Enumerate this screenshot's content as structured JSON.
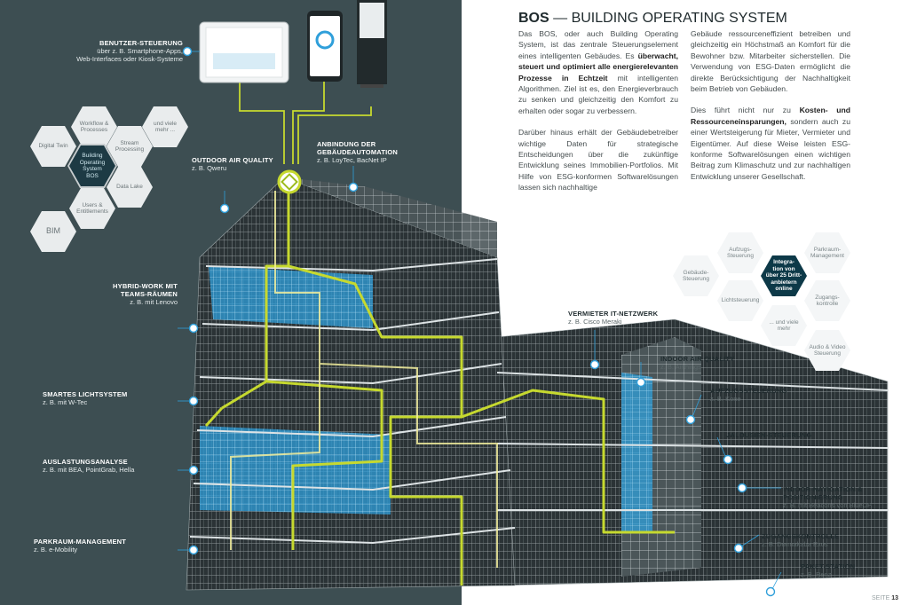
{
  "title": {
    "prefix": "BOS",
    "dash": "—",
    "main": "BUILDING OPERATING SYSTEM"
  },
  "body_text": {
    "col1": [
      [
        {
          "t": "Das BOS, oder auch Building Operating System, ist das zentrale Steuerungselement eines intelligenten Gebäudes. Es "
        },
        {
          "t": "überwacht, steuert und optimiert alle energierelevanten Prozesse in Echtzeit",
          "b": true
        },
        {
          "t": " mit intelligenten Algorithmen. Ziel ist es, den Energieverbrauch zu senken und gleichzeitig den Komfort zu erhalten oder sogar zu verbessern."
        }
      ],
      [
        {
          "t": "Darüber hinaus erhält der Gebäudebetreiber wichtige Daten für strategische Entscheidungen über die zukünftige Entwicklung seines Immobilien-Portfolios. Mit Hilfe von ESG-konformen Softwarelösungen lassen sich nachhaltige"
        }
      ]
    ],
    "col2": [
      [
        {
          "t": "Gebäude ressourceneffizient betreiben und gleichzeitig ein Höchstmaß an Komfort für die Bewohner bzw. Mitarbeiter sicherstellen. Die Verwendung von ESG-Daten ermöglicht die direkte Berücksichtigung der Nachhaltigkeit beim Betrieb von Gebäuden."
        }
      ],
      [
        {
          "t": "Dies führt nicht nur zu "
        },
        {
          "t": "Kosten- und Ressourceneinsparungen,",
          "b": true
        },
        {
          "t": " sondern auch zu einer Wertsteigerung für Mieter, Vermieter und Eigentümer. Auf diese Weise leisten ESG-konforme Softwarelösungen einen wichtigen Beitrag zum Klimaschutz und zur nachhaltigen Entwicklung unserer Gesellschaft."
        }
      ]
    ]
  },
  "left_hexes": [
    {
      "id": "workflow",
      "text": "Workflow &\nProcesses"
    },
    {
      "id": "more",
      "text": "und viele\nmehr ..."
    },
    {
      "id": "twin",
      "text": "Digital Twin"
    },
    {
      "id": "stream",
      "text": "Stream\nProcessing"
    },
    {
      "id": "bos",
      "text": "Building\nOperating\nSystem\nBOS"
    },
    {
      "id": "lake",
      "text": "Data Lake"
    },
    {
      "id": "users",
      "text": "Users &\nEntitlements"
    },
    {
      "id": "bim",
      "text": "BIM"
    }
  ],
  "right_hexes": [
    {
      "id": "aufzug",
      "text": "Aufzugs-\nSteuerung"
    },
    {
      "id": "parkraum",
      "text": "Parkraum-\nManagement"
    },
    {
      "id": "gebaeude",
      "text": "Gebäude-\nSteuerung"
    },
    {
      "id": "integration",
      "text": "Integra-\ntion von\nüber 25 Dritt-\nanbietern\nonline"
    },
    {
      "id": "licht",
      "text": "Lichtsteuerung"
    },
    {
      "id": "zugang",
      "text": "Zugangs-\nkontrolle"
    },
    {
      "id": "viele",
      "text": "... und viele\nmehr"
    },
    {
      "id": "audio",
      "text": "Audio & Video\nSteuerung"
    }
  ],
  "callouts": [
    {
      "id": "benutzer",
      "title": "BENUTZER-STEUERUNG",
      "sub": "über z. B. Smartphone-Apps,\nWeb-Interfaces oder Kiosk-Systeme"
    },
    {
      "id": "outdoor",
      "title": "OUTDOOR AIR QUALITY",
      "sub": "z. B. Qweru"
    },
    {
      "id": "anbindung",
      "title": "ANBINDUNG DER\nGEBÄUDEAUTOMATION",
      "sub": "z. B. LoyTec, BacNet IP"
    },
    {
      "id": "hybrid",
      "title": "HYBRID-WORK MIT\nTEAMS-RÄUMEN",
      "sub": "z. B. mit Lenovo"
    },
    {
      "id": "licht",
      "title": "SMARTES LICHTSYSTEM",
      "sub": "z. B. mit W-Tec"
    },
    {
      "id": "auslastung",
      "title": "AUSLASTUNGSANALYSE",
      "sub": "z. B. mit BEA, PointGrab, Hella"
    },
    {
      "id": "parkraum",
      "title": "PARKRAUM-MANAGEMENT",
      "sub": "z. B. e-Mobility"
    },
    {
      "id": "vermieter",
      "title": "VERMIETER IT-NETZWERK",
      "sub": "z. B. Cisco Meraki"
    },
    {
      "id": "indoorair",
      "title": "INDOOR AIR QUALITY",
      "sub": "z. B. Airthings"
    },
    {
      "id": "aufzug",
      "title": "AUFZUGSSTEUERUNG",
      "sub": "z. B. Kone"
    },
    {
      "id": "jalousien",
      "title": "JALOUSIEN-STEUERUNG",
      "sub": ""
    },
    {
      "id": "navigation",
      "title": "INDOOR-NAVIGATION &\nPOSITIONIERUNG",
      "sub": "z. B. mit Beacons von BlueUP"
    },
    {
      "id": "zugang",
      "title": "ZUGANGSKONTROLLE",
      "sub": "z. B. Dormakaba Exos"
    },
    {
      "id": "paket",
      "title": "PAKET-STATION",
      "sub": "z. B. Renz"
    }
  ],
  "page": {
    "label": "SEITE",
    "number": "13"
  },
  "colors": {
    "panel": "#3d4e52",
    "accent_cyan": "#1e9bd4",
    "accent_lime": "#c6d92f",
    "hex_highlight": "#0d3948"
  }
}
